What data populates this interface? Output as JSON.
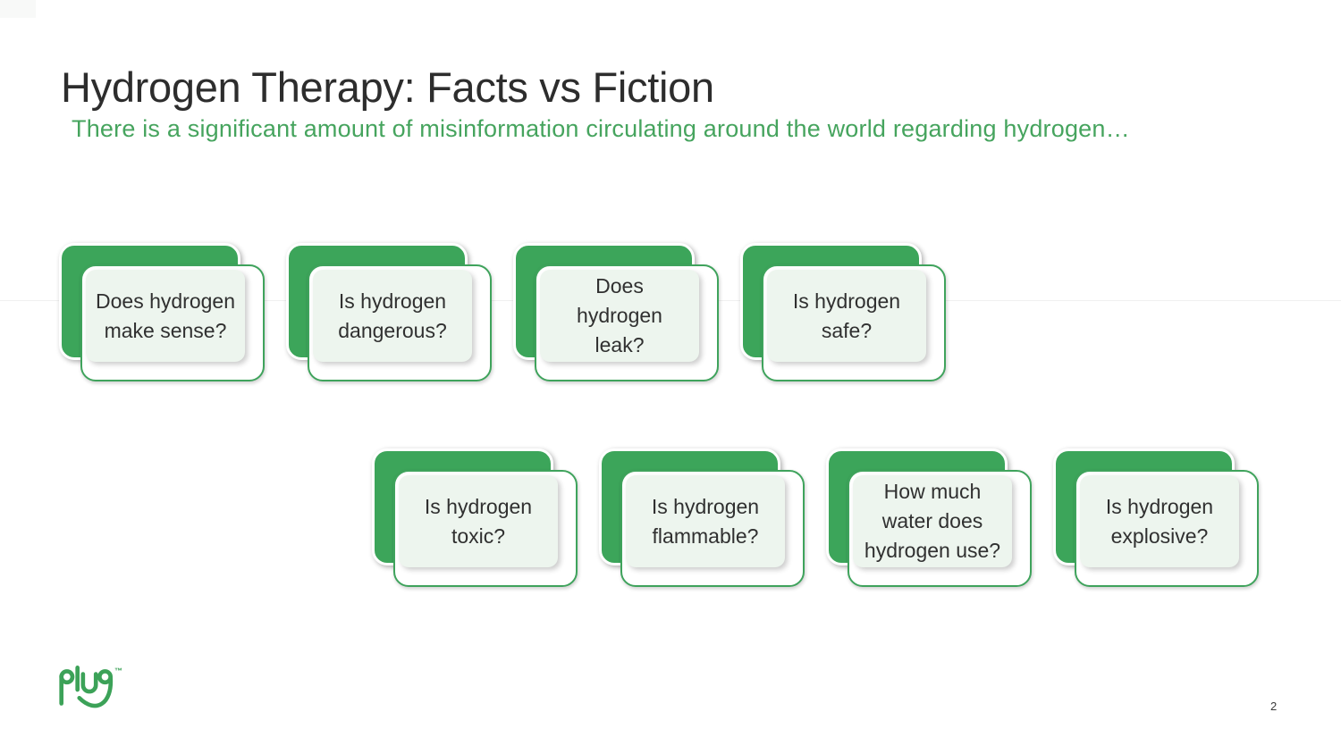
{
  "slide": {
    "title": "Hydrogen Therapy: Facts vs Fiction",
    "subtitle": "There is a significant amount of misinformation circulating around the world regarding hydrogen…",
    "page_number": "2"
  },
  "logo": {
    "brand": "plug",
    "trademark": "™"
  },
  "colors": {
    "card_green": "#3ca55a",
    "card_border_green": "#3fa35c",
    "card_light_green": "#edf5ee",
    "subtitle_green": "#46a45e",
    "title_gray": "#2d2d2d",
    "logo_green": "#3ca258"
  },
  "cards": [
    {
      "question": "Does hydrogen\nmake sense?"
    },
    {
      "question": "Is hydrogen\ndangerous?"
    },
    {
      "question": "Does\nhydrogen\nleak?"
    },
    {
      "question": "Is hydrogen\nsafe?"
    },
    {
      "question": "Is hydrogen\ntoxic?"
    },
    {
      "question": "Is hydrogen\nflammable?"
    },
    {
      "question": "How much\nwater does\nhydrogen use?"
    },
    {
      "question": "Is hydrogen\nexplosive?"
    }
  ]
}
